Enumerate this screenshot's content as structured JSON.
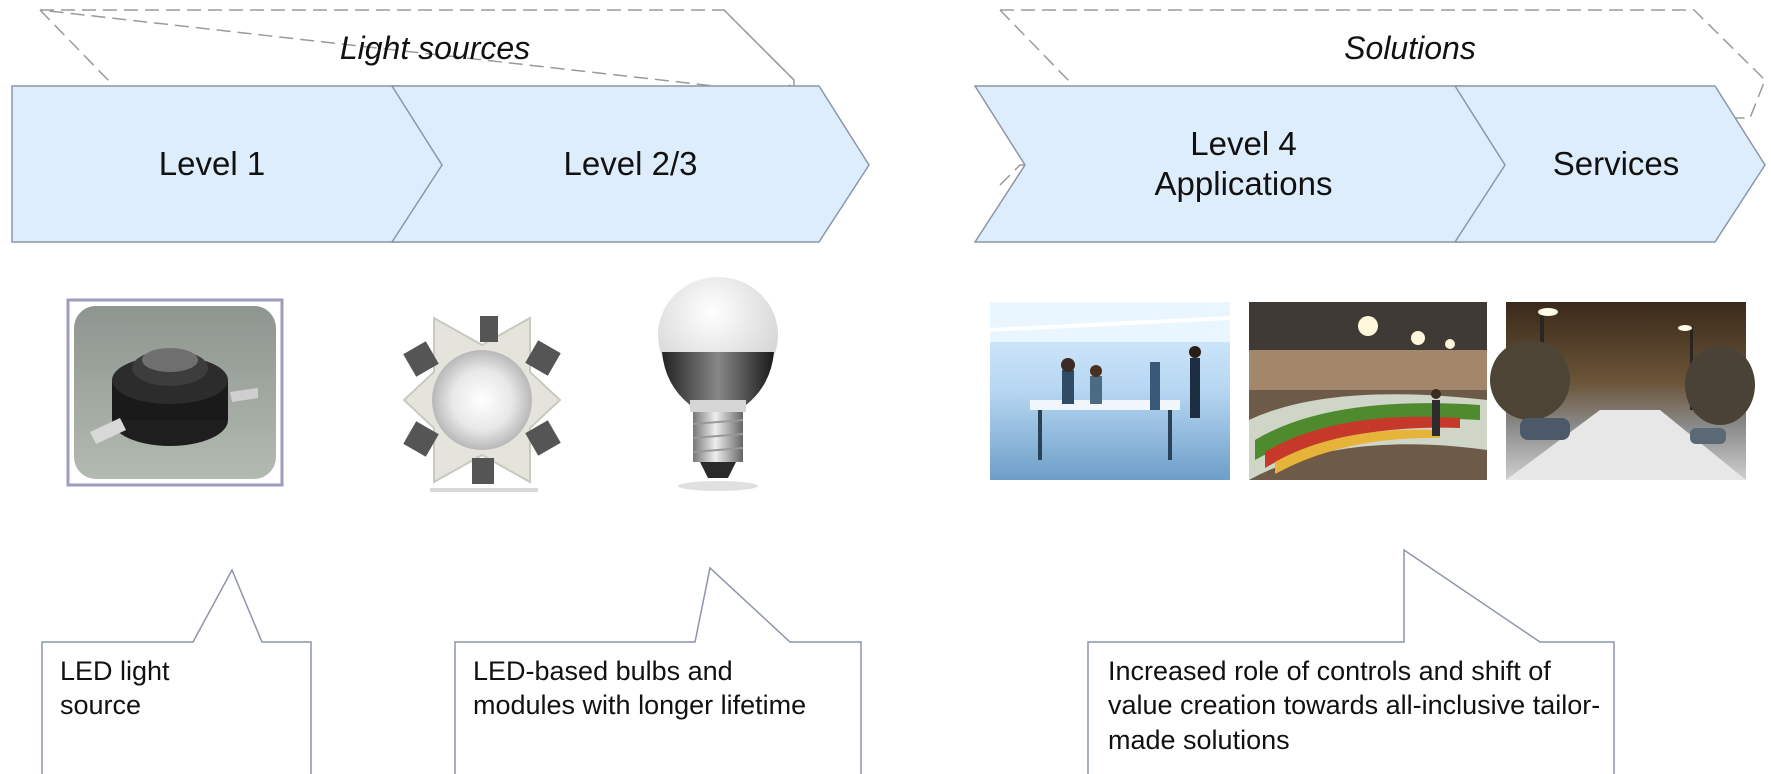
{
  "groups": {
    "light_sources": "Light sources",
    "solutions": "Solutions"
  },
  "chevrons": {
    "level1": "Level 1",
    "level23": "Level 2/3",
    "level4": "Level 4\nApplications",
    "services": "Services"
  },
  "images": [
    "LED component",
    "LED star module",
    "LED bulb",
    "Office lighting",
    "Retail lighting",
    "Street lighting"
  ],
  "callouts": {
    "led": "LED light source",
    "bulbs": "LED-based bulbs and modules with longer lifetime",
    "controls": "Increased role of controls and shift of value creation towards all-inclusive tailor-made solutions"
  },
  "colors": {
    "chevron_fill": "#deedfb",
    "chevron_stroke": "#8c96a8",
    "dashed_stroke": "#9a9a9a"
  }
}
